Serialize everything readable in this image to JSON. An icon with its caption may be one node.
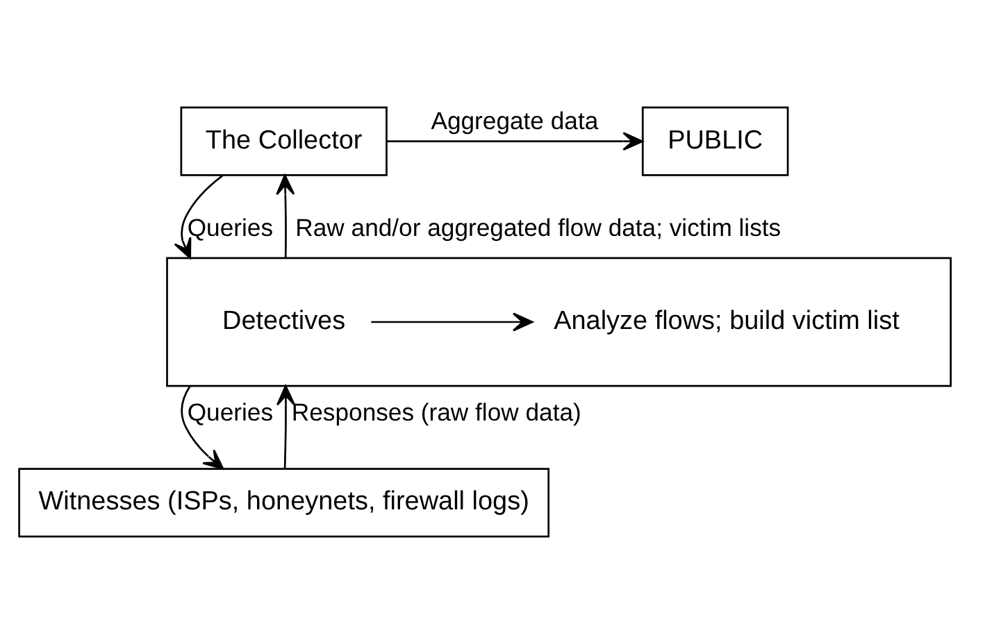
{
  "diagram": {
    "nodes": [
      {
        "text": [
          "The Collector"
        ]
      },
      {
        "text": [
          "PUBLIC"
        ]
      },
      {
        "text": [],
        "shape": "box"
      },
      {
        "text": [
          "Detectives"
        ],
        "in": 2
      },
      {
        "text": [
          "Analyze flows; build victim list"
        ],
        "in": 2
      },
      {
        "text": [
          "Witnesses (ISPs, honeynets, firewall logs)"
        ]
      }
    ],
    "edges": [
      {
        "from": 0,
        "to": 1,
        "arrow": "to",
        "label": "Aggregate data"
      },
      {
        "from": 0,
        "to": 2,
        "arrow": "to",
        "label": "Queries"
      },
      {
        "from": 2,
        "to": 0,
        "arrow": "to",
        "label": "Raw and/or aggregated flow data; victim lists"
      },
      {
        "from": 3,
        "to": 4,
        "arrow": "to"
      },
      {
        "from": 2,
        "to": 5,
        "arrow": "to",
        "label": "Queries"
      },
      {
        "from": 5,
        "to": 2,
        "arrow": "to",
        "label": "Responses (raw flow data)"
      }
    ]
  }
}
